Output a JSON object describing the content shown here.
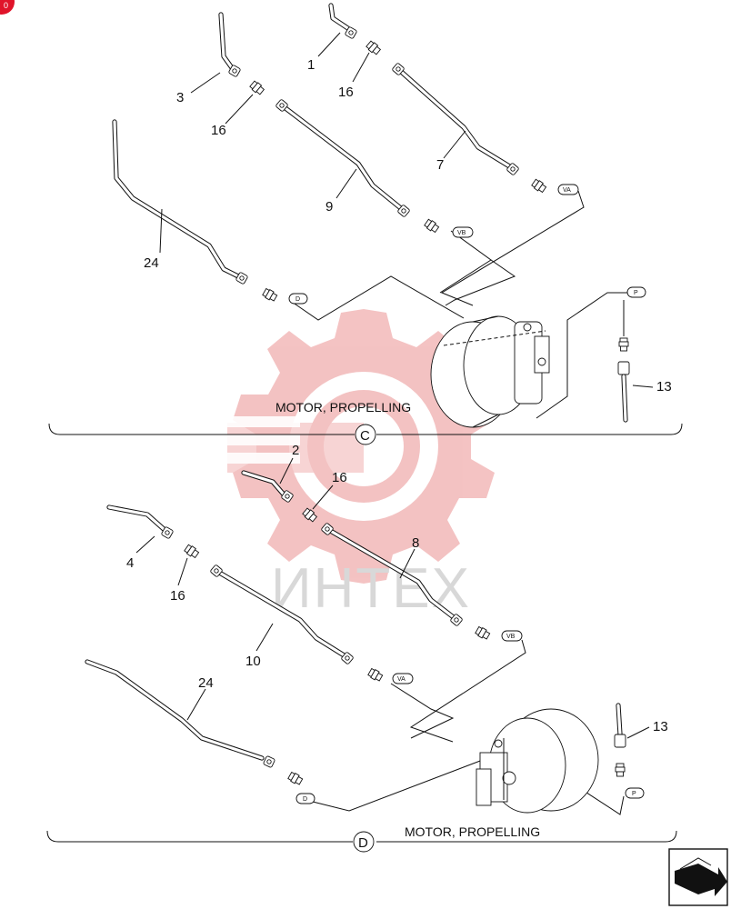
{
  "page_marker": "0",
  "watermark_text": "ИНТЕХ",
  "section_c": {
    "title": "MOTOR, PROPELLING",
    "letter": "C",
    "callouts": [
      "1",
      "16",
      "3",
      "16",
      "7",
      "9",
      "24",
      "13"
    ],
    "ports": [
      "VA",
      "VB",
      "D",
      "P"
    ]
  },
  "section_d": {
    "title": "MOTOR, PROPELLING",
    "letter": "D",
    "callouts": [
      "2",
      "16",
      "8",
      "4",
      "16",
      "10",
      "24",
      "13"
    ],
    "ports": [
      "VB",
      "VA",
      "D",
      "P"
    ]
  },
  "colors": {
    "watermark_gear": "#f2b8b8",
    "page_marker": "#e0142a",
    "line": "#111111"
  },
  "icons": [
    "next-page-arrow-icon"
  ]
}
